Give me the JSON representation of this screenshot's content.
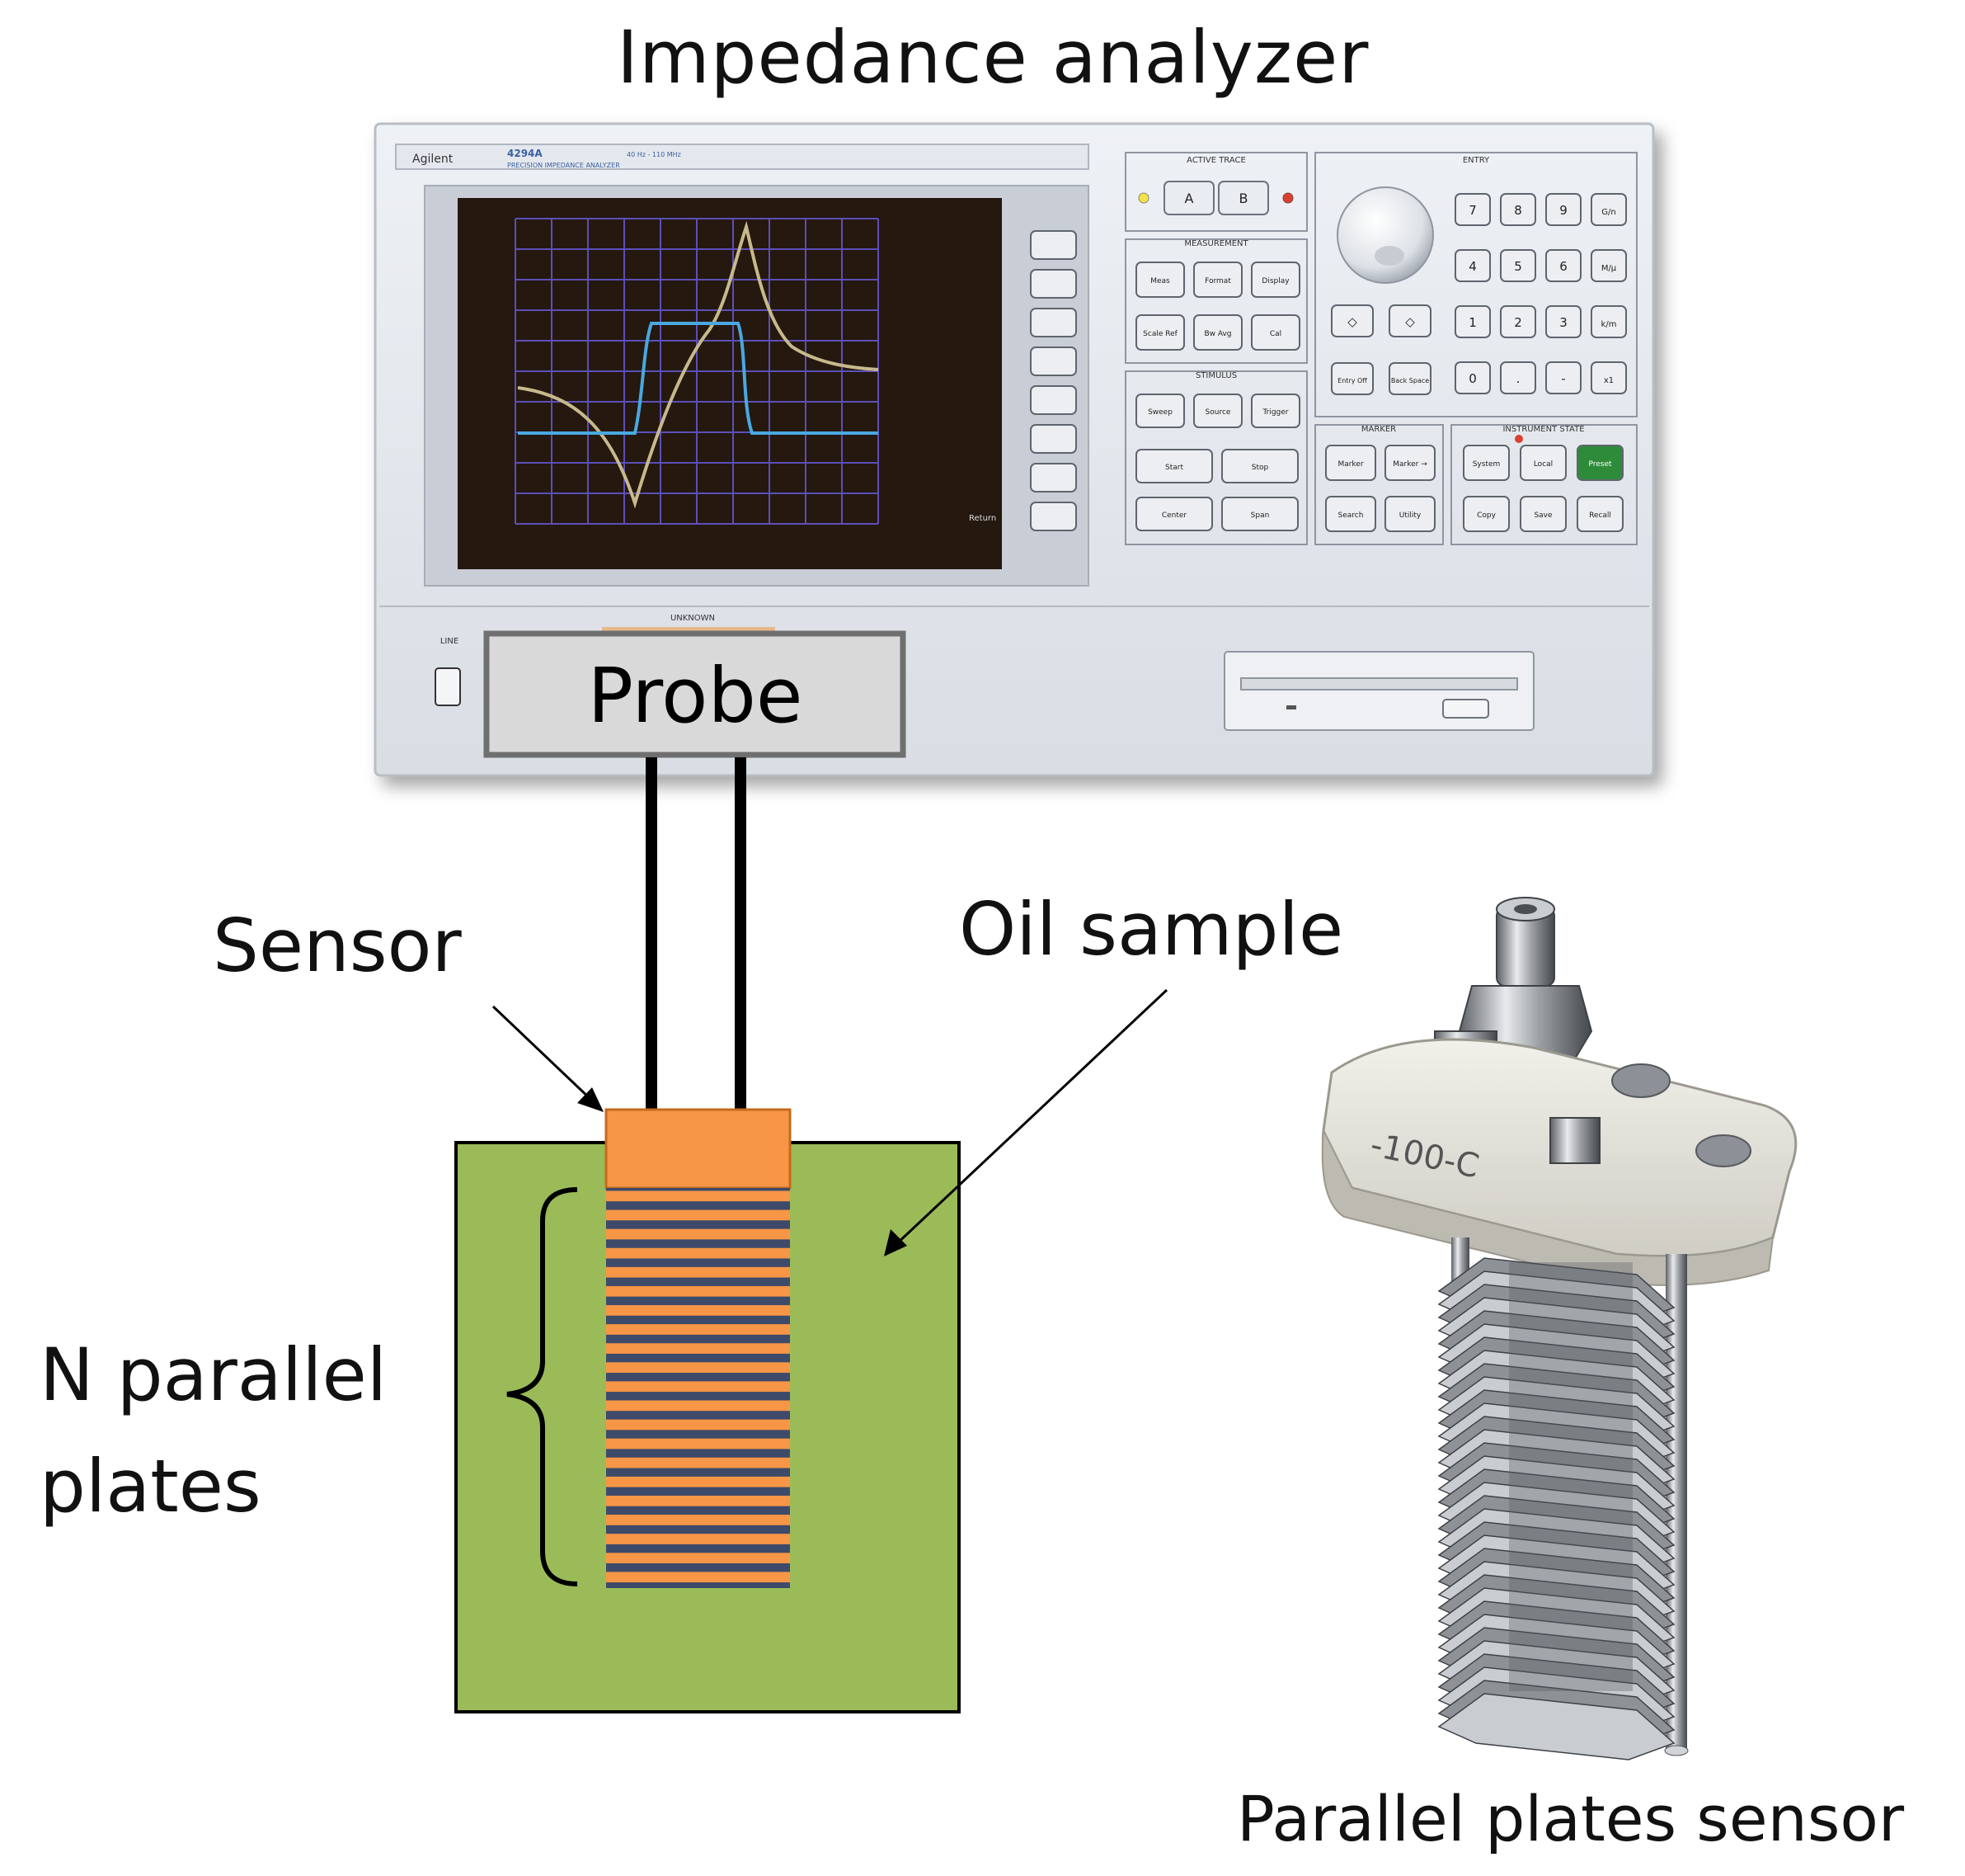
{
  "labels": {
    "title": "Impedance analyzer",
    "probe": "Probe",
    "sensor": "Sensor",
    "oil_sample": "Oil sample",
    "n_parallel_line1": "N parallel",
    "n_parallel_line2": "plates",
    "photo_caption": "Parallel plates sensor"
  },
  "instrument": {
    "brand": "Agilent",
    "model": "4294A",
    "model_desc": "PRECISION IMPEDANCE ANALYZER",
    "freq_range": "40 Hz - 110 MHz",
    "section_active_trace": "ACTIVE TRACE",
    "section_entry": "ENTRY",
    "section_measurement": "MEASUREMENT",
    "section_stimulus": "STIMULUS",
    "section_marker": "MARKER",
    "section_instrument_state": "INSTRUMENT STATE",
    "unknown_label": "UNKNOWN",
    "line_label": "LINE",
    "trace_buttons": [
      "A",
      "B"
    ],
    "measurement_buttons": [
      "Meas",
      "Format",
      "Display",
      "Scale Ref",
      "Bw Avg",
      "Cal"
    ],
    "stimulus_buttons": [
      "Sweep",
      "Source",
      "Trigger",
      "Start",
      "Stop",
      "Center",
      "Span"
    ],
    "keypad_keys": [
      "7",
      "8",
      "9",
      "G/n",
      "4",
      "5",
      "6",
      "M/μ",
      "1",
      "2",
      "3",
      "k/m",
      "0",
      ".",
      "-",
      "x1"
    ],
    "entry_extra_keys": [
      "Entry Off",
      "Back Space"
    ],
    "marker_buttons": [
      "Marker",
      "Marker →",
      "Search",
      "Utility"
    ],
    "state_buttons": [
      "System",
      "Local",
      "Preset",
      "Copy",
      "Save",
      "Recall"
    ],
    "screen_softkeys": [
      "",
      "",
      "",
      "",
      "",
      "",
      "",
      "Return"
    ],
    "colors": {
      "trace_a": "#c8b98c",
      "trace_b": "#4aa8e0",
      "preset": "#2e8b3a"
    }
  },
  "sensor_diagram": {
    "plate_count_visual": 21,
    "colors": {
      "oil": "#9bbb59",
      "sensor": "#f79646",
      "plate_dark": "#3e4a6a"
    }
  }
}
